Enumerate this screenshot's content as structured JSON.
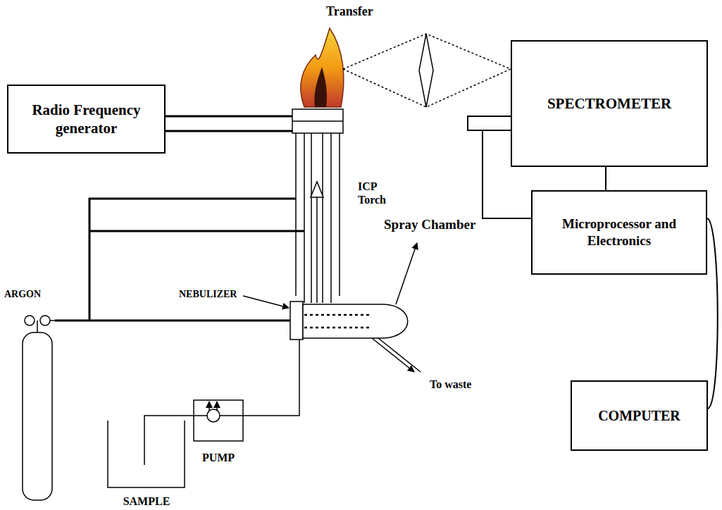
{
  "diagram": {
    "nodes": [
      {
        "text": [
          "Radio Frequency generator"
        ]
      },
      {
        "text": [
          "SPECTROMETER"
        ]
      },
      {
        "text": [
          "Microprocessor and Electronics"
        ]
      },
      {
        "text": [
          "COMPUTER"
        ]
      },
      {
        "text": [
          "PUMP"
        ]
      },
      {
        "text": [
          "SAMPLE"
        ]
      }
    ],
    "edges": [
      {
        "from": 1,
        "to": 2,
        "arrow": "none"
      },
      {
        "from": 1,
        "to": 2,
        "arrow": "none"
      },
      {
        "from": 2,
        "to": 3,
        "arrow": "none"
      }
    ],
    "labels": [
      "Transfer",
      "ICP Torch",
      "Spray Chamber",
      "ARGON",
      "NEBULIZER",
      "To waste"
    ]
  }
}
